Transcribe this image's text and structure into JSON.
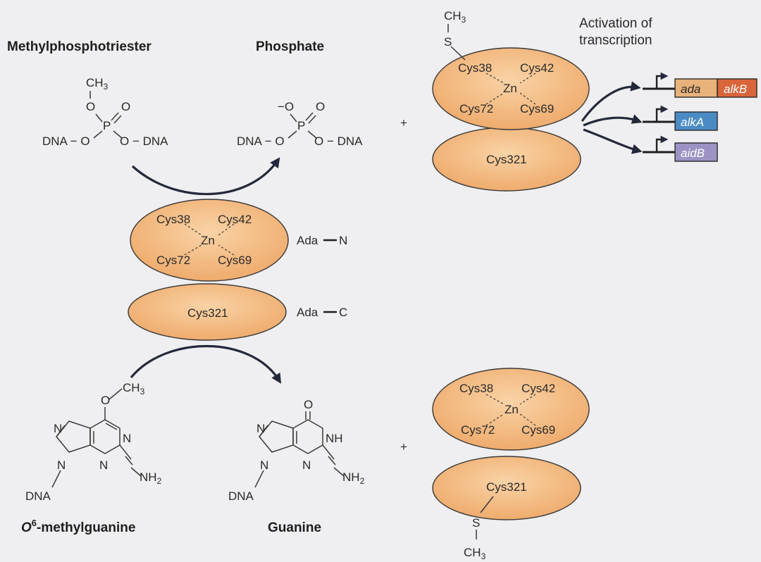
{
  "titles": {
    "methylphosphotriester": "Methylphosphotriester",
    "phosphate": "Phosphate",
    "methylguanine_prefix": "O",
    "methylguanine_sup": "6",
    "methylguanine_suffix": "-methylguanine",
    "guanine": "Guanine"
  },
  "activation": {
    "line1": "Activation of",
    "line2": "transcription"
  },
  "plus": "+",
  "domains": {
    "n_terminal": {
      "label": "Ada",
      "suffix": "N"
    },
    "c_terminal": {
      "label": "Ada",
      "suffix": "C"
    }
  },
  "zinc_site": {
    "cys_a": "Cys38",
    "cys_b": "Cys42",
    "cys_c": "Cys72",
    "cys_d": "Cys69",
    "metal": "Zn"
  },
  "c_site": "Cys321",
  "chem": {
    "ch3": "CH",
    "ch3_sub": "3",
    "o": "O",
    "o_minus": "−O",
    "p": "P",
    "s": "S",
    "n": "N",
    "nh": "NH",
    "nh2": "NH",
    "nh2_sub": "2",
    "dna": "DNA",
    "dna_left": "DNA − O",
    "dna_right": "O − DNA"
  },
  "genes": [
    {
      "name": "ada",
      "color": "#e8b27a"
    },
    {
      "name": "alkB",
      "color": "#d9653a"
    },
    {
      "name": "alkA",
      "color": "#4b8bc4"
    },
    {
      "name": "aidB",
      "color": "#9c93c4"
    }
  ],
  "colors": {
    "protein": "#f0b87e",
    "protein_edge": "#3a3a3a",
    "arrow": "#24283a",
    "background": "#efeef0"
  }
}
